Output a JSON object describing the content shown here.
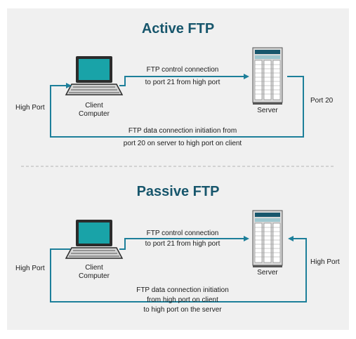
{
  "active": {
    "title": "Active FTP",
    "client_label_line1": "Client",
    "client_label_line2": "Computer",
    "server_label": "Server",
    "control_line1": "FTP control connection",
    "control_line2": "to port 21 from high port",
    "client_port": "High Port",
    "server_port": "Port 20",
    "data_line1": "FTP data connection initiation from",
    "data_line2": "port 20 on server to high port on client"
  },
  "passive": {
    "title": "Passive FTP",
    "client_label_line1": "Client",
    "client_label_line2": "Computer",
    "server_label": "Server",
    "control_line1": "FTP control connection",
    "control_line2": "to port 21 from high port",
    "client_port": "High Port",
    "server_port": "High Port",
    "data_line1": "FTP data connection initiation",
    "data_line2": "from high port on client",
    "data_line3": "to high port on the server"
  },
  "colors": {
    "accent": "#17566c",
    "arrow": "#1d7f9a",
    "screen": "#19a3a8",
    "panel": "#f0f0f0"
  }
}
